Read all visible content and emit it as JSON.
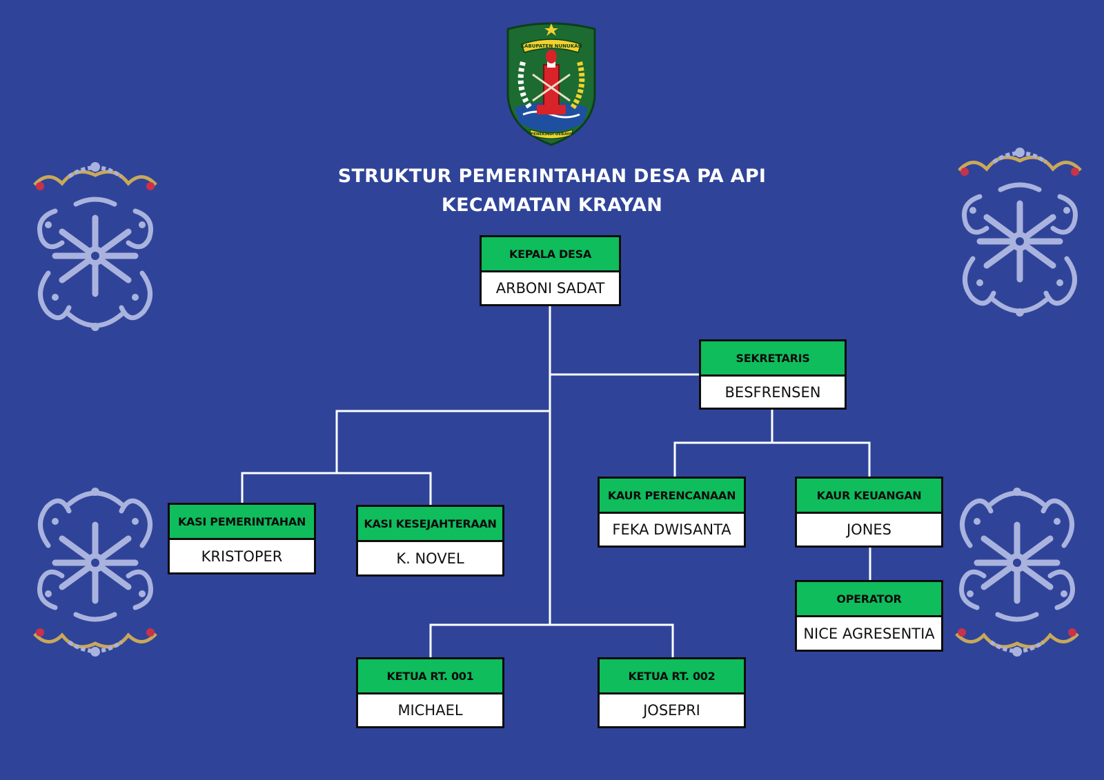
{
  "logo": {
    "top_text": "KABUPATEN NUNUKAN",
    "bottom_text": "PENEKINDI DEBAYA",
    "colors": {
      "shield": "#1c6b31",
      "emblem_red": "#d8232a",
      "ribbon": "#f2d22e",
      "water": "#1f4fa0"
    }
  },
  "title": {
    "line1": "STRUKTUR PEMERINTAHAN DESA PA API",
    "line2": "KECAMATAN KRAYAN"
  },
  "org": {
    "kepala_desa": {
      "role": "KEPALA DESA",
      "name": "ARBONI SADAT"
    },
    "sekretaris": {
      "role": "SEKRETARIS",
      "name": "BESFRENSEN"
    },
    "kasi_pemerintahan": {
      "role": "KASI PEMERINTAHAN",
      "name": "KRISTOPER"
    },
    "kasi_kesejahteraan": {
      "role": "KASI KESEJAHTERAAN",
      "name": "K. NOVEL"
    },
    "kaur_perencanaan": {
      "role": "KAUR PERENCANAAN",
      "name": "FEKA DWISANTA"
    },
    "kaur_keuangan": {
      "role": "KAUR KEUANGAN",
      "name": "JONES"
    },
    "operator": {
      "role": "OPERATOR",
      "name": "NICE AGRESENTIA"
    },
    "ketua_rt_001": {
      "role": "KETUA RT. 001",
      "name": "MICHAEL"
    },
    "ketua_rt_002": {
      "role": "KETUA RT. 002",
      "name": "JOSEPRI"
    }
  },
  "relations": [
    [
      "kepala_desa",
      "sekretaris"
    ],
    [
      "kepala_desa",
      "kasi_pemerintahan"
    ],
    [
      "kepala_desa",
      "kasi_kesejahteraan"
    ],
    [
      "kepala_desa",
      "ketua_rt_001"
    ],
    [
      "kepala_desa",
      "ketua_rt_002"
    ],
    [
      "sekretaris",
      "kaur_perencanaan"
    ],
    [
      "sekretaris",
      "kaur_keuangan"
    ],
    [
      "kaur_keuangan",
      "operator"
    ]
  ],
  "colors": {
    "background": "#2f4499",
    "header_green": "#0fbd5d",
    "border": "#0c0c0c",
    "connector": "#ffffff",
    "ornament": "#aab3de",
    "ornament_accent_red": "#c8324a",
    "ornament_accent_gold": "#c9a85a"
  },
  "icons": [
    "dayak-ornament-icon",
    "kabupaten-nunukan-emblem-icon"
  ]
}
